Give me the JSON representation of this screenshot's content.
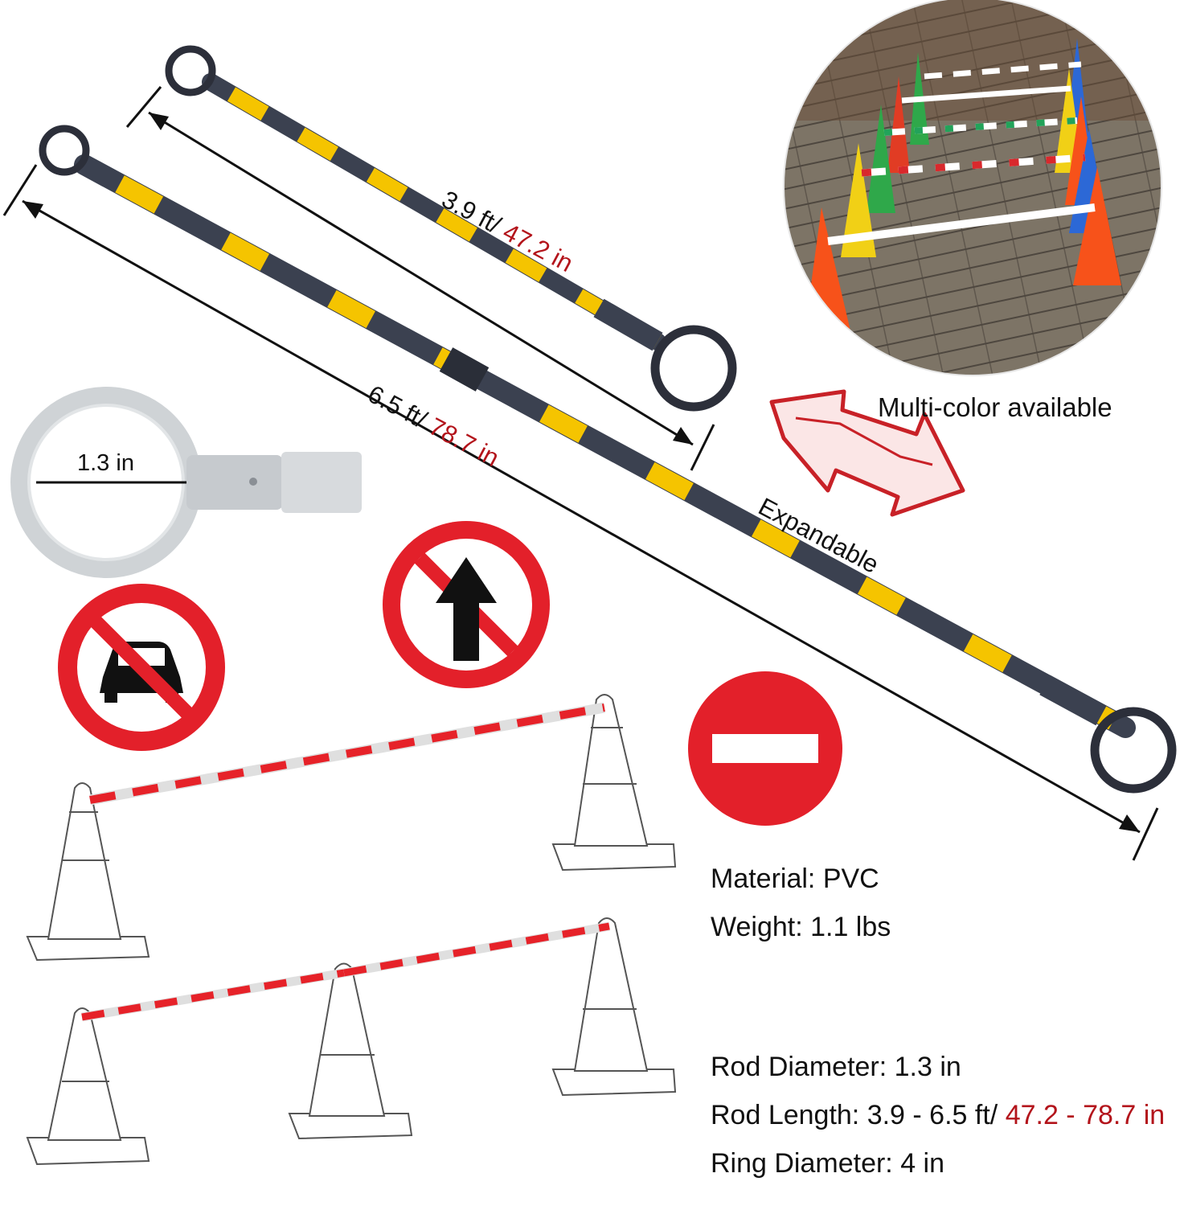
{
  "dimensions": {
    "short_ft": "3.9 ft/ ",
    "short_in": "47.2 in",
    "long_ft": "6.5 ft/ ",
    "long_in": "78.7 in",
    "ring": "1.3 in"
  },
  "callouts": {
    "multi_color": "Multi-color available",
    "expandable": "Expandable"
  },
  "specs": {
    "material": "Material: PVC",
    "weight": "Weight: 1.1 lbs",
    "rod_diameter": "Rod Diameter: 1.3 in",
    "rod_length_prefix": "Rod Length: 3.9 - 6.5 ft/ ",
    "rod_length_in": "47.2 - 78.7 in",
    "ring_diameter": "Ring Diameter: 4 in"
  },
  "colors": {
    "accent_red": "#b3141b",
    "sign_red": "#e3202a",
    "rod_dark": "#3b4150",
    "rod_yellow": "#f5c400"
  },
  "icons": [
    "no-car-sign-icon",
    "no-straight-sign-icon",
    "no-entry-sign-icon",
    "expand-arrow-icon",
    "traffic-cone-icon"
  ]
}
